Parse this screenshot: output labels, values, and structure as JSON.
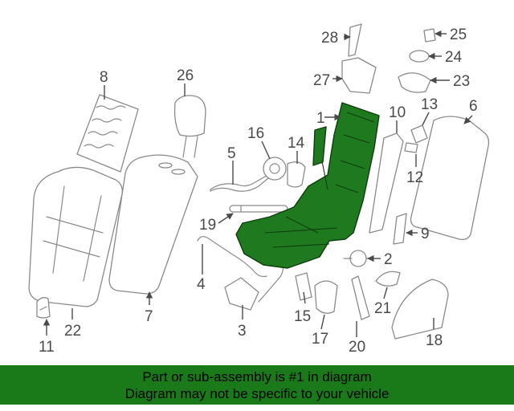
{
  "callouts": {
    "c1": "1",
    "c2": "2",
    "c3": "3",
    "c4": "4",
    "c5": "5",
    "c6": "6",
    "c7": "7",
    "c8": "8",
    "c9": "9",
    "c10": "10",
    "c11": "11",
    "c12": "12",
    "c13": "13",
    "c14": "14",
    "c15": "15",
    "c16": "16",
    "c17": "17",
    "c18": "18",
    "c19": "19",
    "c20": "20",
    "c21": "21",
    "c22": "22",
    "c23": "23",
    "c24": "24",
    "c25": "25",
    "c26": "26",
    "c27": "27",
    "c28": "28"
  },
  "highlight": {
    "part": "1",
    "color": "#1f7a1f"
  },
  "footer": {
    "line1": "Part or sub-assembly is #1 in diagram",
    "line2": "Diagram may not be specific to your vehicle",
    "background": "#1a7a1a"
  }
}
